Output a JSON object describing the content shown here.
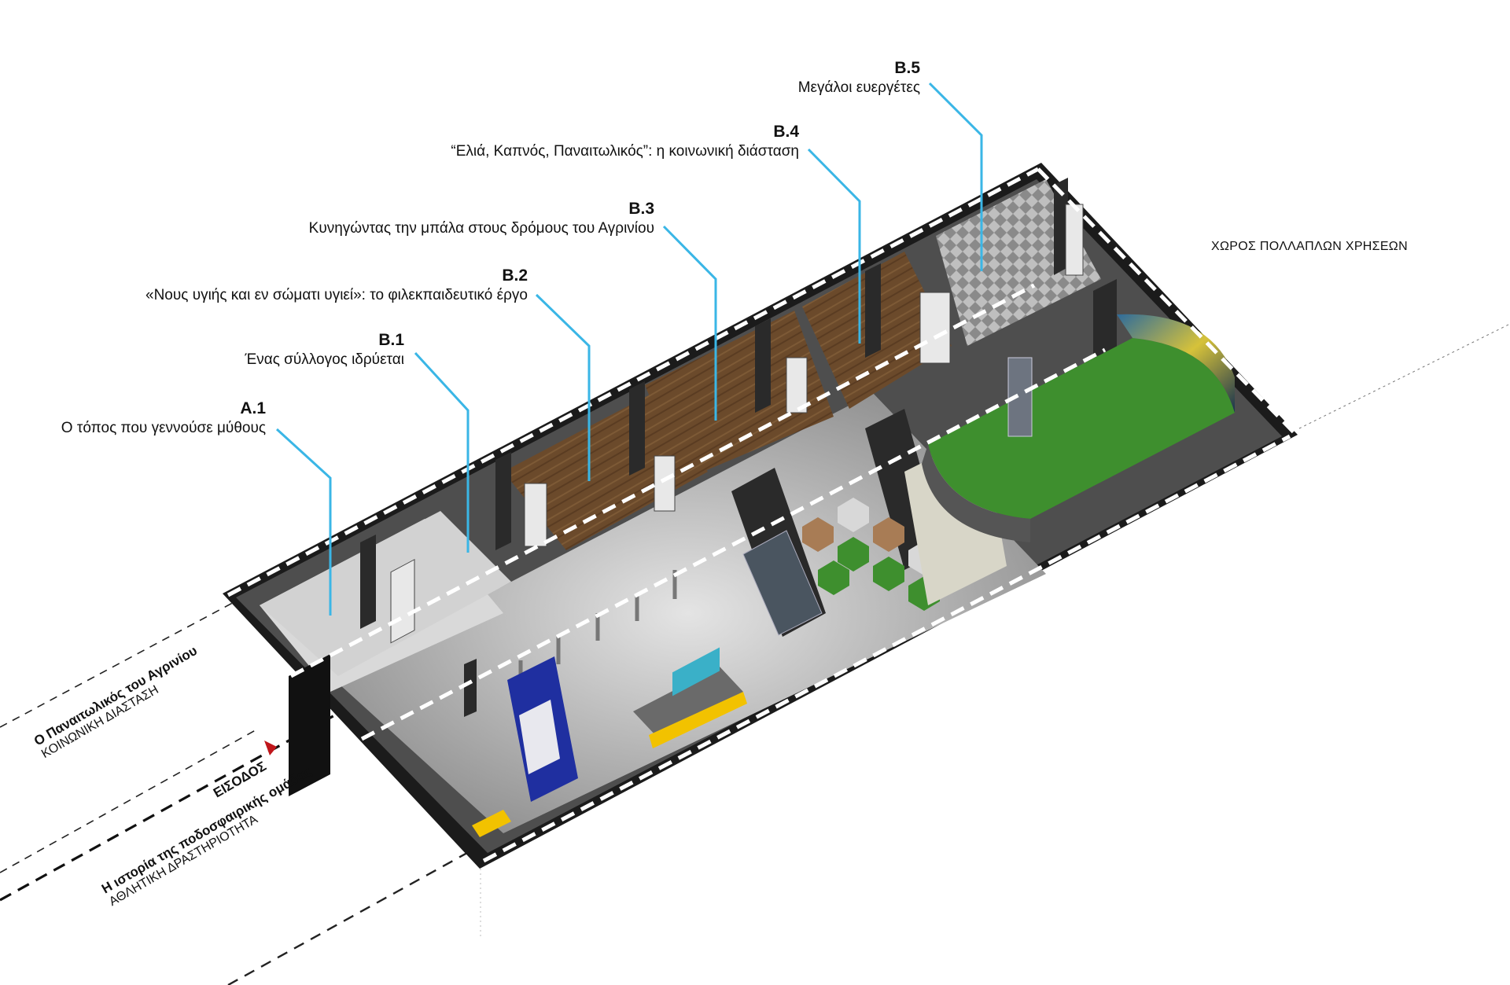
{
  "zones": [
    {
      "code": "A.1",
      "title": "Ο τόπος που γεννούσε μύθους"
    },
    {
      "code": "B.1",
      "title": "Ένας σύλλογος ιδρύεται"
    },
    {
      "code": "B.2",
      "title": "«Νους υγιής και εν σώματι υγιεί»: το φιλεκπαιδευτικό έργο"
    },
    {
      "code": "B.3",
      "title": "Κυνηγώντας την μπάλα στους δρόμους του Αγρινίου"
    },
    {
      "code": "B.4",
      "title": "“Ελιά, Καπνός, Παναιτωλικός”: η κοινωνική διάσταση"
    },
    {
      "code": "B.5",
      "title": "Μεγάλοι ευεργέτες"
    }
  ],
  "multipurpose_label": "ΧΩΡΟΣ ΠΟΛΛΑΠΛΩΝ ΧΡΗΣΕΩΝ",
  "routes": {
    "social": {
      "title": "Ο Παναιτωλικός του Αγρινίου",
      "subtitle": "ΚΟΙΝΩΝΙΚΗ ΔΙΑΣΤΑΣΗ"
    },
    "entrance": "ΕΙΣΟΔΟΣ",
    "sport": {
      "title": "Η ιστορία της ποδοσφαιρικής ομάδας",
      "subtitle": "ΑΘΛΗΤΙΚΗ ΔΡΑΣΤΗΡΙΟΤΗΤΑ"
    }
  },
  "colors": {
    "leader": "#3ab6e6",
    "floor_outline": "#1a1a1a",
    "corridor": "#bdbdbd",
    "grass": "#3e8f2e",
    "wood": "#6b4a2b",
    "accent_yellow": "#f2c200",
    "accent_blue": "#1f2fa0",
    "entrance_marker": "#c0161b"
  }
}
